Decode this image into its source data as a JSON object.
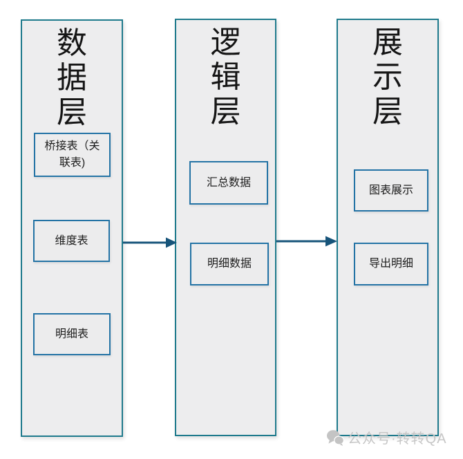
{
  "diagram": {
    "columns": [
      {
        "title": "数据层",
        "boxes": [
          "桥接表（关联表)",
          "维度表",
          "明细表"
        ]
      },
      {
        "title": "逻辑层",
        "boxes": [
          "汇总数据",
          "明细数据"
        ]
      },
      {
        "title": "展示层",
        "boxes": [
          "图表展示",
          "导出明细"
        ]
      }
    ],
    "arrows": [
      {
        "from": "数据层",
        "to": "逻辑层"
      },
      {
        "from": "逻辑层",
        "to": "展示层"
      }
    ]
  },
  "watermark": {
    "icon": "wechat-chat-bubbles-icon",
    "text": "公众号·转转QA"
  },
  "colors": {
    "column_border": "#1e7a8c",
    "box_border": "#2373a5",
    "arrow": "#17547a",
    "panel_fill": "#ededee",
    "watermark_text": "#c6c6c6"
  }
}
